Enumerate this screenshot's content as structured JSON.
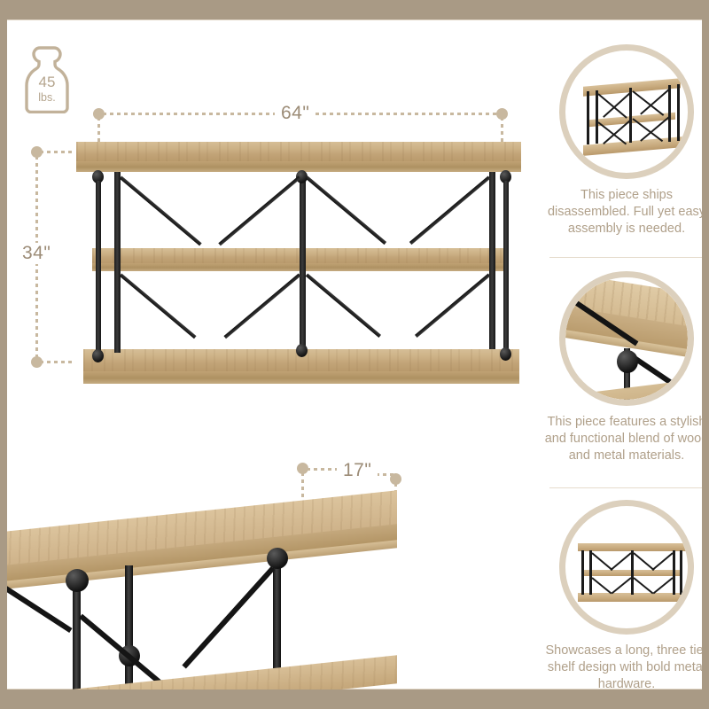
{
  "meta": {
    "product_type": "three tier console table",
    "frame_color": "#A99A85",
    "accent_color": "#C8B89F",
    "text_color": "#B0A08A",
    "wood_color": "#CDB287",
    "metal_color": "#1b1b1b"
  },
  "weight_badge": {
    "icon": "weight-kettlebell-icon",
    "value": "45",
    "unit": "lbs."
  },
  "dimensions": {
    "width_label": "64\"",
    "height_label": "34\"",
    "depth_label": "17\""
  },
  "main_view": {
    "name": "console-table-front-elevation",
    "shelf_count": 3
  },
  "detail_view": {
    "name": "console-table-angled-closeup"
  },
  "features": [
    {
      "thumb": "console-table-angled-thumbnail",
      "text": "This piece ships disassembled. Full yet easy assembly is needed."
    },
    {
      "thumb": "wood-metal-corner-closeup-thumbnail",
      "text": "This piece features a stylish and functional blend of wood and metal materials."
    },
    {
      "thumb": "console-table-front-thumbnail",
      "text": "Showcases a long, three tier shelf design with bold metal hardware."
    }
  ]
}
